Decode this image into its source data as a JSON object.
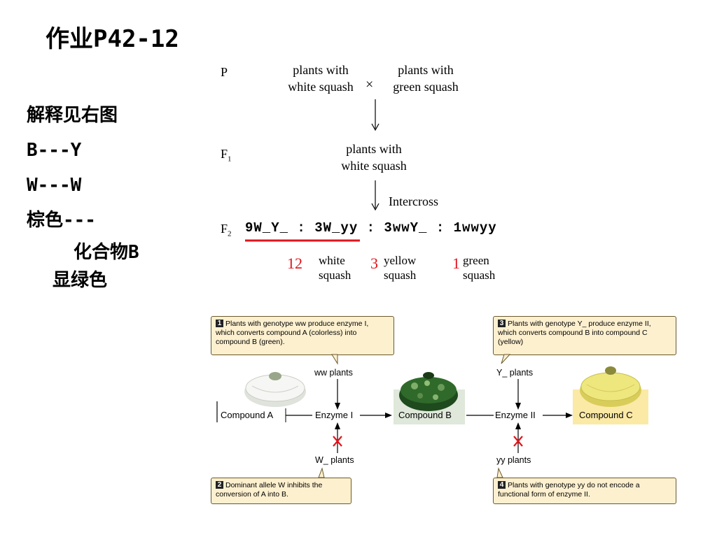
{
  "title": "作业P42-12",
  "notes": {
    "line1": "解释见右图",
    "line2": "B---Y",
    "line3": "W---W",
    "line4": "棕色---",
    "line5": "化合物B",
    "line6": "显绿色"
  },
  "cross": {
    "p_label": "P",
    "f1_label": "F",
    "f1_sub": "1",
    "f2_label": "F",
    "f2_sub": "2",
    "parent1_l1": "plants with",
    "parent1_l2": "white squash",
    "times": "×",
    "parent2_l1": "plants with",
    "parent2_l2": "green squash",
    "f1_l1": "plants with",
    "f1_l2": "white squash",
    "intercross": "Intercross",
    "ratio": "9W_Y_ : 3W_yy : 3wwY_ : 1wwyy",
    "pheno": [
      {
        "num": "12",
        "l1": "white",
        "l2": "squash"
      },
      {
        "num": "3",
        "l1": "yellow",
        "l2": "squash"
      },
      {
        "num": "1",
        "l1": "green",
        "l2": "squash"
      }
    ]
  },
  "pathway": {
    "callout1": {
      "num": "1",
      "text": "Plants with genotype ww produce enzyme I, which converts compound A (colorless) into compound B (green)."
    },
    "callout2": {
      "num": "2",
      "text": "Dominant allele W inhibits the conversion of A into B."
    },
    "callout3": {
      "num": "3",
      "text": "Plants with genotype Y_ produce enzyme II, which converts compound B into compound C (yellow)"
    },
    "callout4": {
      "num": "4",
      "text": "Plants with genotype yy do not encode a functional form of enzyme II."
    },
    "ww_plants": "ww plants",
    "Y_plants": "Y_ plants",
    "W_plants": "W_ plants",
    "yy_plants": "yy plants",
    "compoundA": "Compound A",
    "enzyme1": "Enzyme I",
    "compoundB": "Compound B",
    "enzyme2": "Enzyme II",
    "compoundC": "Compound C",
    "colors": {
      "red": "#e0141c",
      "callout_bg": "#fdf0cf",
      "compoundB_bg": "#dfe8da",
      "compoundC_bg": "#fbe9a6"
    }
  }
}
